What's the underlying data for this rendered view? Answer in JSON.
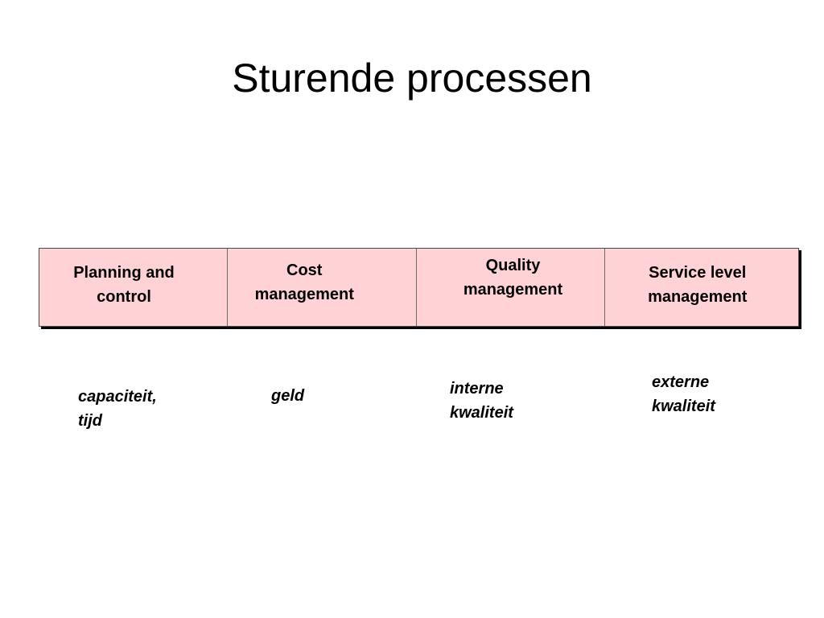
{
  "title": "Sturende processen",
  "processes": [
    {
      "label": "Planning and\ncontrol"
    },
    {
      "label": "Cost\nmanagement"
    },
    {
      "label": "Quality\nmanagement"
    },
    {
      "label": "Service level\nmanagement"
    }
  ],
  "notes": [
    {
      "text": "capaciteit,\ntijd"
    },
    {
      "text": "geld"
    },
    {
      "text": "interne\nkwaliteit"
    },
    {
      "text": "externe\nkwaliteit"
    }
  ],
  "colors": {
    "box_fill": "#ffd3d5",
    "box_border": "#4a4a4a",
    "shadow": "#000000"
  }
}
